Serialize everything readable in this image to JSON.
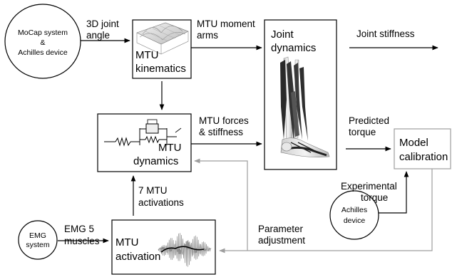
{
  "nodes": {
    "mocap": {
      "line1": "MoCap system",
      "line2": "&",
      "line3": "Achilles device"
    },
    "mtu_kinematics": {
      "line1": "MTU",
      "line2": "kinematics"
    },
    "joint_dynamics": {
      "line1": "Joint",
      "line2": "dynamics"
    },
    "mtu_dynamics": {
      "line1": "MTU",
      "line2": "dynamics"
    },
    "model_calibration": {
      "line1": "Model",
      "line2": "calibration"
    },
    "emg_system": {
      "line1": "EMG",
      "line2": "system"
    },
    "mtu_activation": {
      "line1": "MTU",
      "line2": "activation"
    },
    "achilles_device": {
      "line1": "Achilles",
      "line2": "device"
    }
  },
  "edges": {
    "joint_angle": {
      "line1": "3D joint",
      "line2": "angle"
    },
    "moment_arms": {
      "line1": "MTU moment",
      "line2": "arms"
    },
    "joint_stiffness": {
      "line1": "Joint stiffness"
    },
    "forces_stiffness": {
      "line1": "MTU forces",
      "line2": "& stiffness"
    },
    "predicted_torque": {
      "line1": "Predicted",
      "line2": "torque"
    },
    "experimental_torque": {
      "line1": "Experimental",
      "line2": "torque"
    },
    "activations": {
      "line1": "7 MTU",
      "line2": "activations"
    },
    "emg_muscles": {
      "line1": "EMG 5",
      "line2": "muscles"
    },
    "parameter_adjustment": {
      "line1": "Parameter",
      "line2": "adjustment"
    }
  },
  "colors": {
    "line": "#000000",
    "feedback_line": "#9e9e9e",
    "calibration_border": "#9e9e9e"
  }
}
